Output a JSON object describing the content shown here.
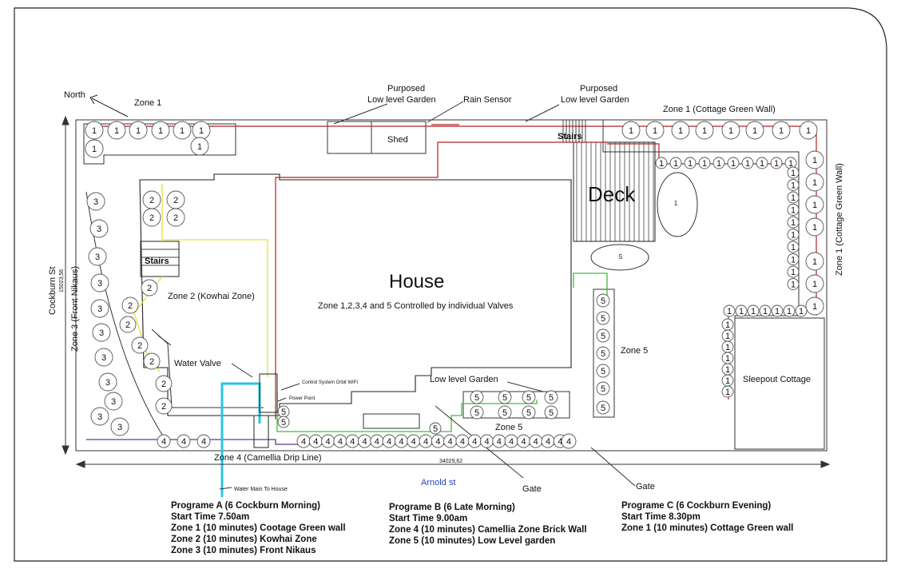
{
  "labels": {
    "north": "North",
    "zone1_top": "Zone 1",
    "purposed1_a": "Purposed",
    "purposed1_b": "Low level Garden",
    "rain_sensor": "Rain Sensor",
    "purposed2_a": "Purposed",
    "purposed2_b": "Low level Garden",
    "zone1_cottage": "Zone 1 (Cottage Green Wall)",
    "zone1_cottage_vertical": "Zone 1 (Cottage Green Wall)",
    "shed": "Shed",
    "stairs_top": "Stairs",
    "deck": "Deck",
    "house": "House",
    "house_sub": "Zone 1,2,3,4 and 5 Controlled by individual Valves",
    "stairs_left": "Stairs",
    "zone2": "Zone 2 (Kowhai Zone)",
    "zone3": "Zone 3 (Front Nikaus)",
    "cockburn_st": "Cockburn St",
    "dim_vertical": "15023,56",
    "water_valve": "Water Valve",
    "control_system": "Control System Orbit WIFI",
    "power_point": "Power Point",
    "low_level_garden": "Low level Garden",
    "zone5_right": "Zone 5",
    "zone5_bottom": "Zone 5",
    "sleepout": "Sleepout Cottage",
    "zone4": "Zone 4 (Camellia Drip Line)",
    "dim_horizontal": "34029,62",
    "arnold_st": "Arnold st",
    "water_main": "Water Main To House",
    "gate1": "Gate",
    "gate2": "Gate"
  },
  "markers": {
    "z1": "1",
    "z2": "2",
    "z3": "3",
    "z4": "4",
    "z5": "5"
  },
  "programs": {
    "a": {
      "title": "Programe A (6 Cockburn Morning)",
      "lines": [
        "Start Time 7.50am",
        "Zone 1 (10 minutes) Cootage Green wall",
        "Zone 2 (10 minutes) Kowhai Zone",
        "Zone 3 (10 minutes) Front Nikaus"
      ]
    },
    "b": {
      "title": "Programe B  (6 Late Morning)",
      "lines": [
        "Start Time 9.00am",
        "Zone 4 (10 minutes) Camellia Zone Brick Wall",
        "Zone 5 (10 minutes) Low Level garden"
      ]
    },
    "c": {
      "title": "Programe C (6 Cockburn Evening)",
      "lines": [
        "Start Time 8.30pm",
        "Zone 1 (10 minutes) Cottage Green wall"
      ]
    }
  },
  "colors": {
    "zone1_pipe": "#b22222",
    "zone2_pipe": "#e8e040",
    "zone4_pipe": "#5a3b8c",
    "zone5_pipe": "#3cbf3c",
    "main_pipe": "#27c6e0",
    "arnold_text": "#2a3fbf"
  }
}
